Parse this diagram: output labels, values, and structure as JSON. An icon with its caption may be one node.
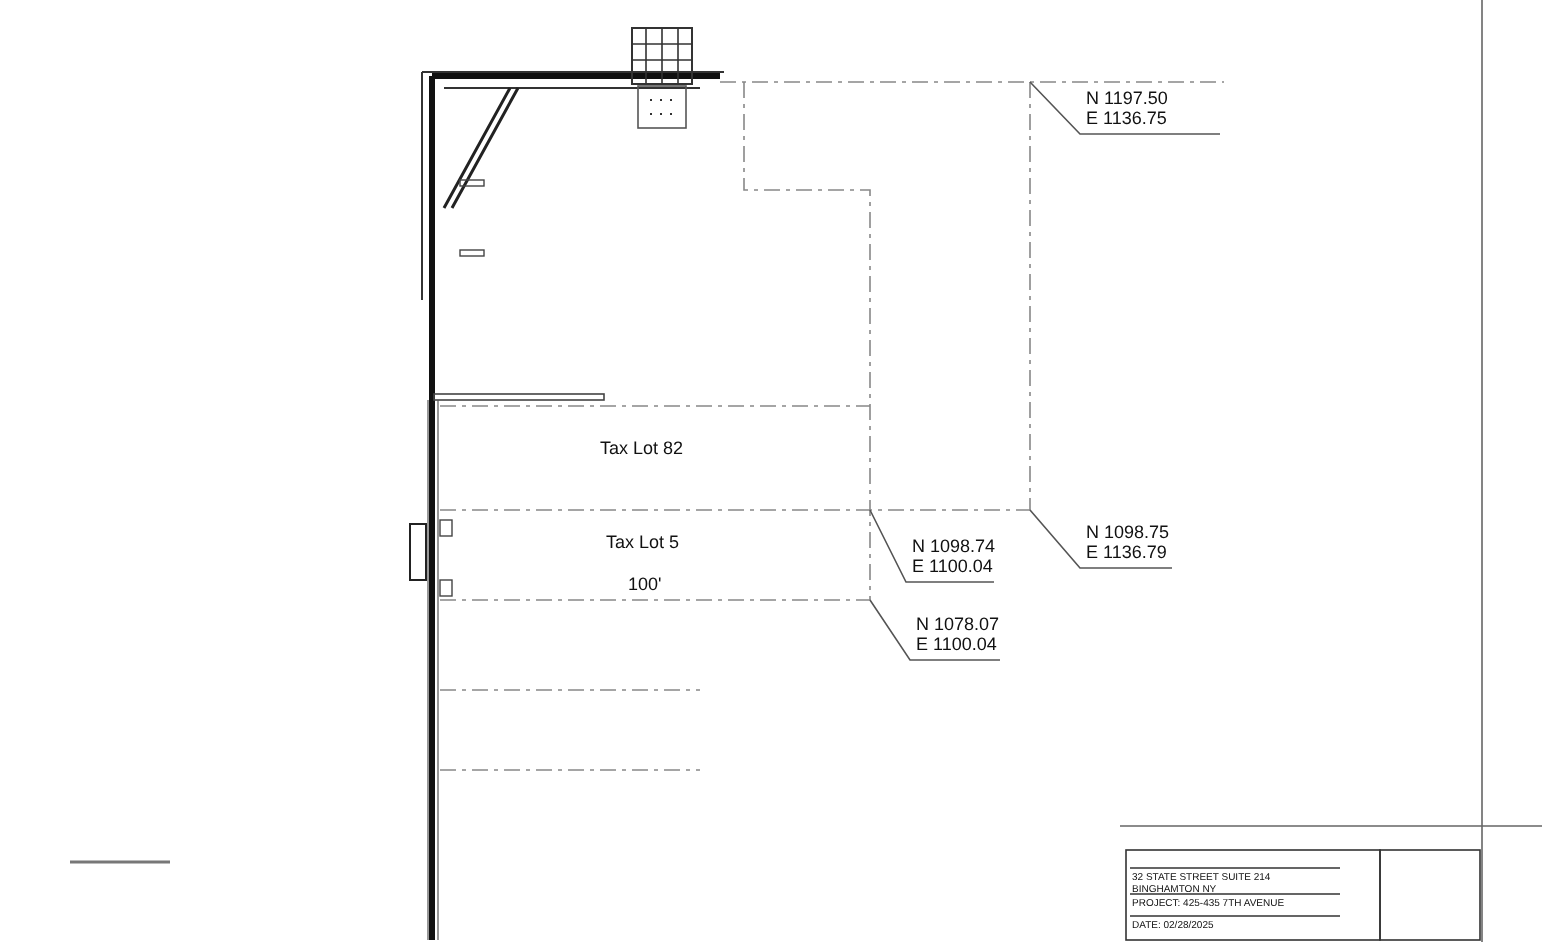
{
  "diagram": {
    "nodes": [
      {
        "text": [
          "N 1197.50",
          "E 1136.75"
        ]
      },
      {
        "text": [
          "N 1098.74",
          "E 1100.04"
        ]
      },
      {
        "text": [
          "N 1098.75",
          "E 1136.79"
        ]
      },
      {
        "text": [
          "N 1078.07",
          "E 1100.04"
        ]
      }
    ],
    "edges": [
      {
        "from": 0,
        "to": null,
        "arrow": "none"
      },
      {
        "from": 1,
        "to": null,
        "arrow": "none"
      },
      {
        "from": 2,
        "to": null,
        "arrow": "none"
      },
      {
        "from": 3,
        "to": null,
        "arrow": "none"
      }
    ],
    "labels": [
      "Tax Lot 82",
      "Tax Lot 5",
      "100'",
      "32 STATE STREET SUITE 214 BINGHAMTON NY",
      "PROJECT: 425-435 7TH AVENUE",
      "DATE: 02/28/2025"
    ]
  }
}
